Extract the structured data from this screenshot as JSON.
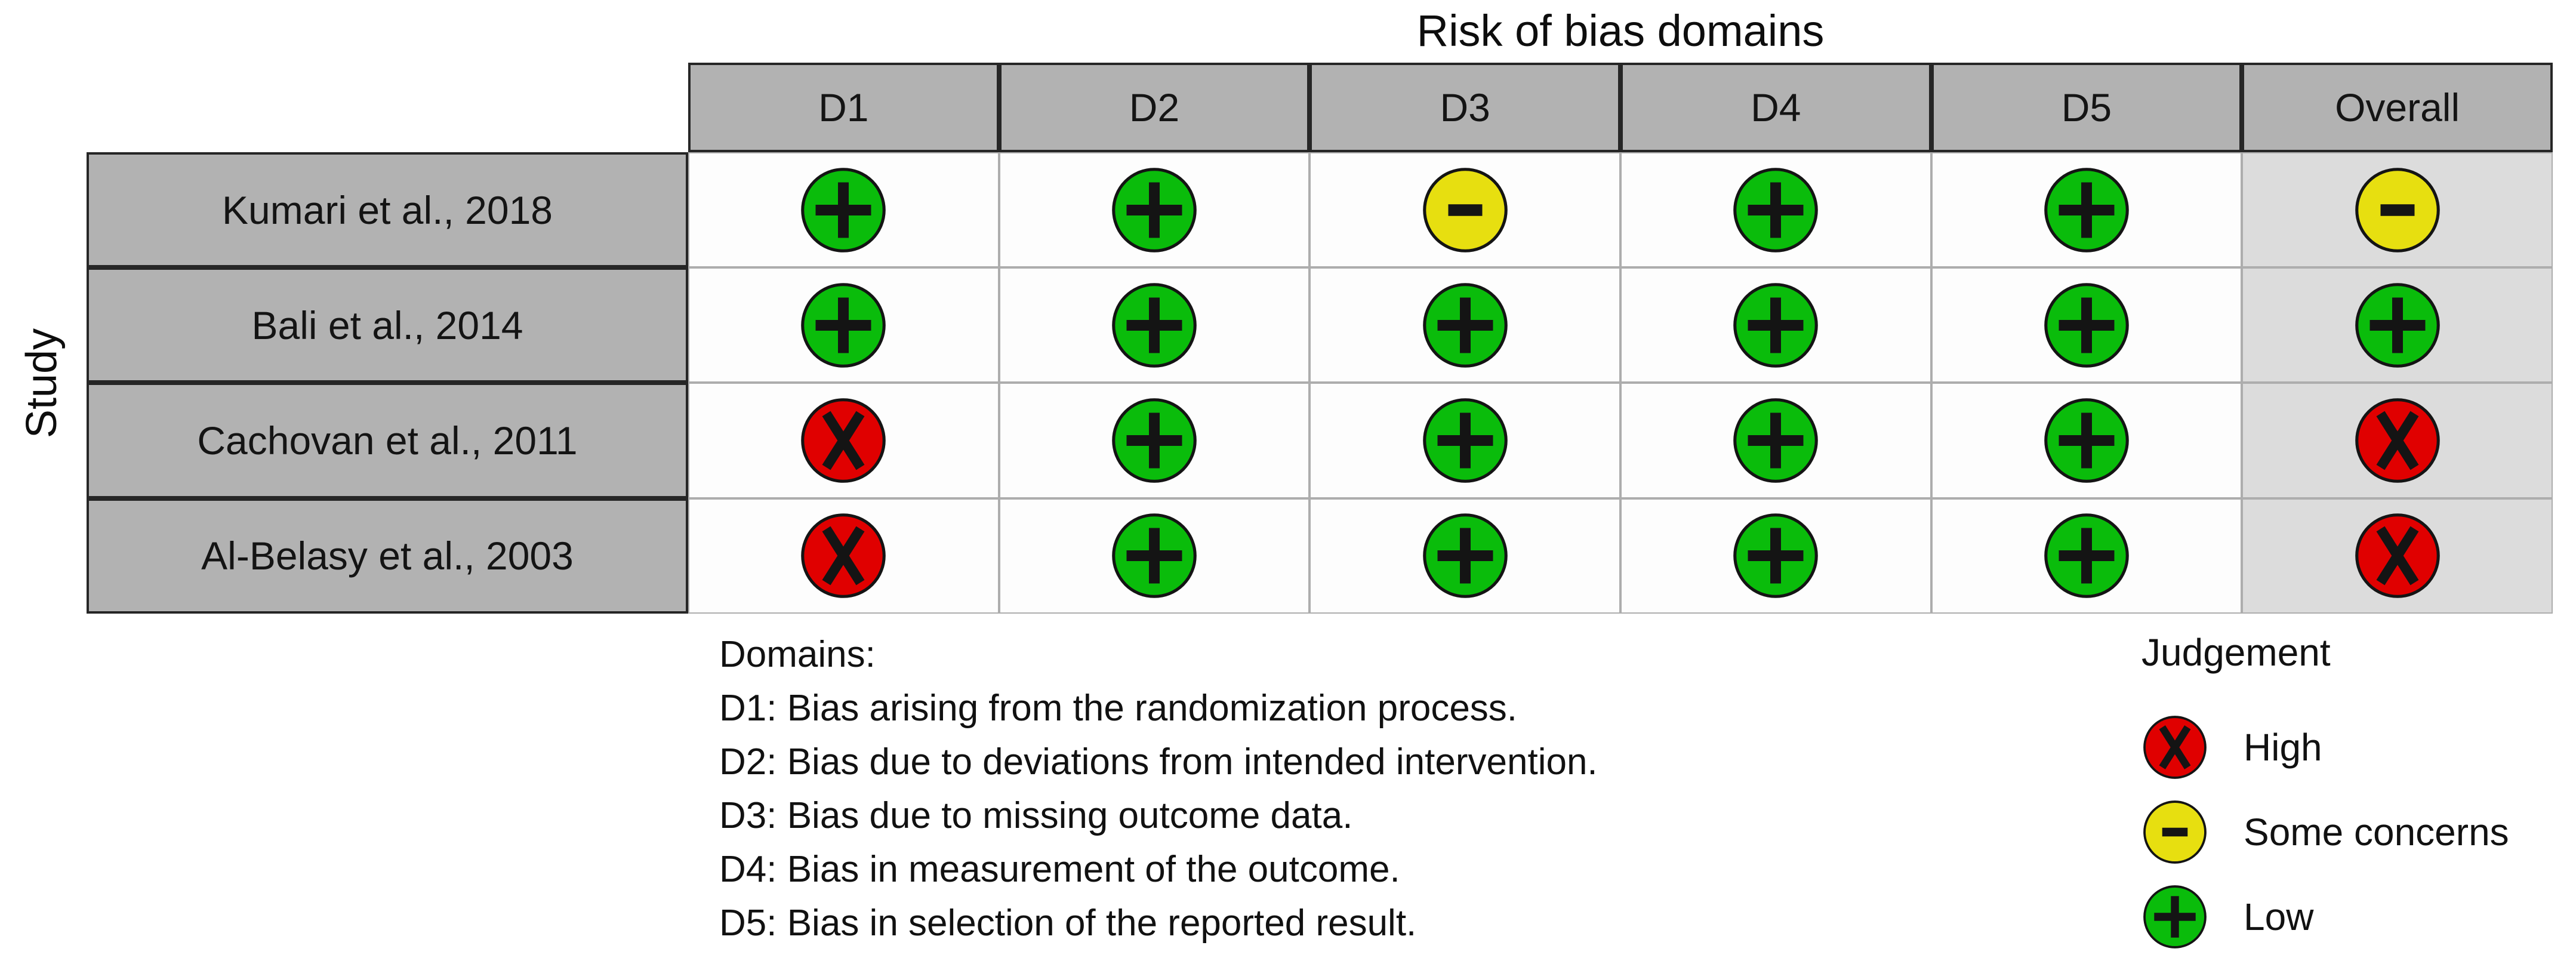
{
  "chart_data": {
    "type": "heatmap",
    "title": "Risk of bias domains",
    "row_axis_label": "Study",
    "columns": [
      "D1",
      "D2",
      "D3",
      "D4",
      "D5",
      "Overall"
    ],
    "rows": [
      "Kumari et al., 2018",
      "Bali et al., 2014",
      "Cachovan et al., 2011",
      "Al-Belasy et al., 2003"
    ],
    "values": [
      [
        "Low",
        "Low",
        "Some concerns",
        "Low",
        "Low",
        "Some concerns"
      ],
      [
        "Low",
        "Low",
        "Low",
        "Low",
        "Low",
        "Low"
      ],
      [
        "High",
        "Low",
        "Low",
        "Low",
        "Low",
        "High"
      ],
      [
        "High",
        "Low",
        "Low",
        "Low",
        "Low",
        "High"
      ]
    ],
    "legend_position": "bottom-right",
    "grid": true
  },
  "judgement_levels": {
    "High": {
      "symbol": "x",
      "color": "#e00000"
    },
    "Some concerns": {
      "symbol": "-",
      "color": "#e7df10"
    },
    "Low": {
      "symbol": "+",
      "color": "#0abc0b"
    }
  },
  "domains_legend": {
    "heading": "Domains:",
    "items": [
      "D1: Bias arising from the randomization process.",
      "D2: Bias due to deviations from intended intervention.",
      "D3: Bias due to missing outcome data.",
      "D4: Bias in measurement of the outcome.",
      "D5: Bias in selection of the reported result."
    ]
  },
  "judgement_legend": {
    "heading": "Judgement",
    "items": [
      "High",
      "Some concerns",
      "Low"
    ]
  },
  "colors": {
    "header_bg": "#b2b2b2",
    "overall_bg": "#dcdcdc",
    "cell_bg": "#fdfdfd",
    "grid_line": "#adadad",
    "dark_border": "#262626"
  }
}
